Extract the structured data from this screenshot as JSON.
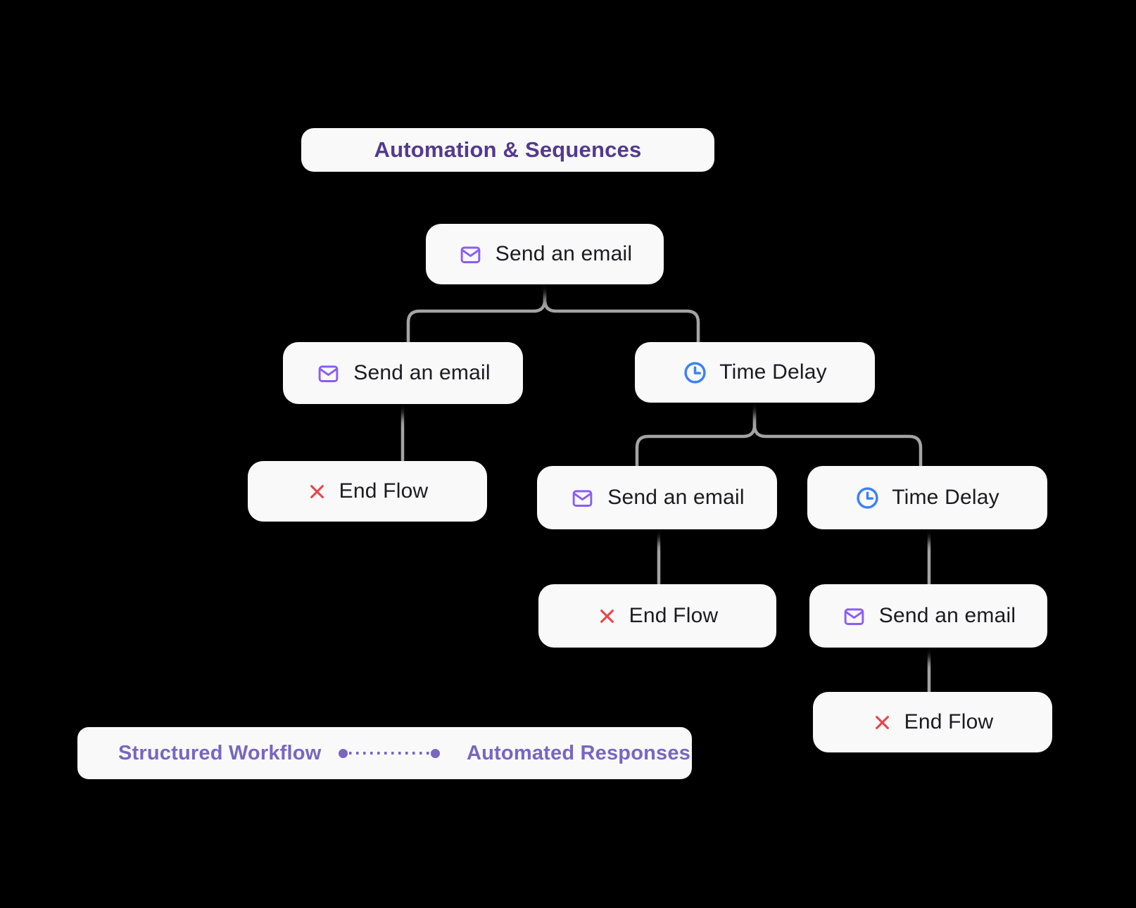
{
  "title": {
    "label": "Automation & Sequences"
  },
  "nodes": [
    {
      "id": "n1",
      "label": "Send an email",
      "icon": "mail-icon"
    },
    {
      "id": "n2",
      "label": "Send an email",
      "icon": "mail-icon"
    },
    {
      "id": "n3",
      "label": "Time Delay",
      "icon": "clock-icon"
    },
    {
      "id": "n4",
      "label": "End Flow",
      "icon": "x-icon"
    },
    {
      "id": "n5",
      "label": "Send an email",
      "icon": "mail-icon"
    },
    {
      "id": "n6",
      "label": "Time Delay",
      "icon": "clock-icon"
    },
    {
      "id": "n7",
      "label": "End Flow",
      "icon": "x-icon"
    },
    {
      "id": "n8",
      "label": "Send an email",
      "icon": "mail-icon"
    },
    {
      "id": "n9",
      "label": "End Flow",
      "icon": "x-icon"
    }
  ],
  "legend": {
    "left_label": "Structured Workflow",
    "right_label": "Automated Responses"
  },
  "colors": {
    "background": "#000000",
    "node_background": "#f9f9f9",
    "node_text": "#1b1b20",
    "title_text": "#54398f",
    "legend_text": "#7767c0",
    "edge": "#a4a4a4",
    "mail_icon": "#8b5cf6",
    "clock_icon": "#3b82f6",
    "end_icon": "#e5484d"
  }
}
